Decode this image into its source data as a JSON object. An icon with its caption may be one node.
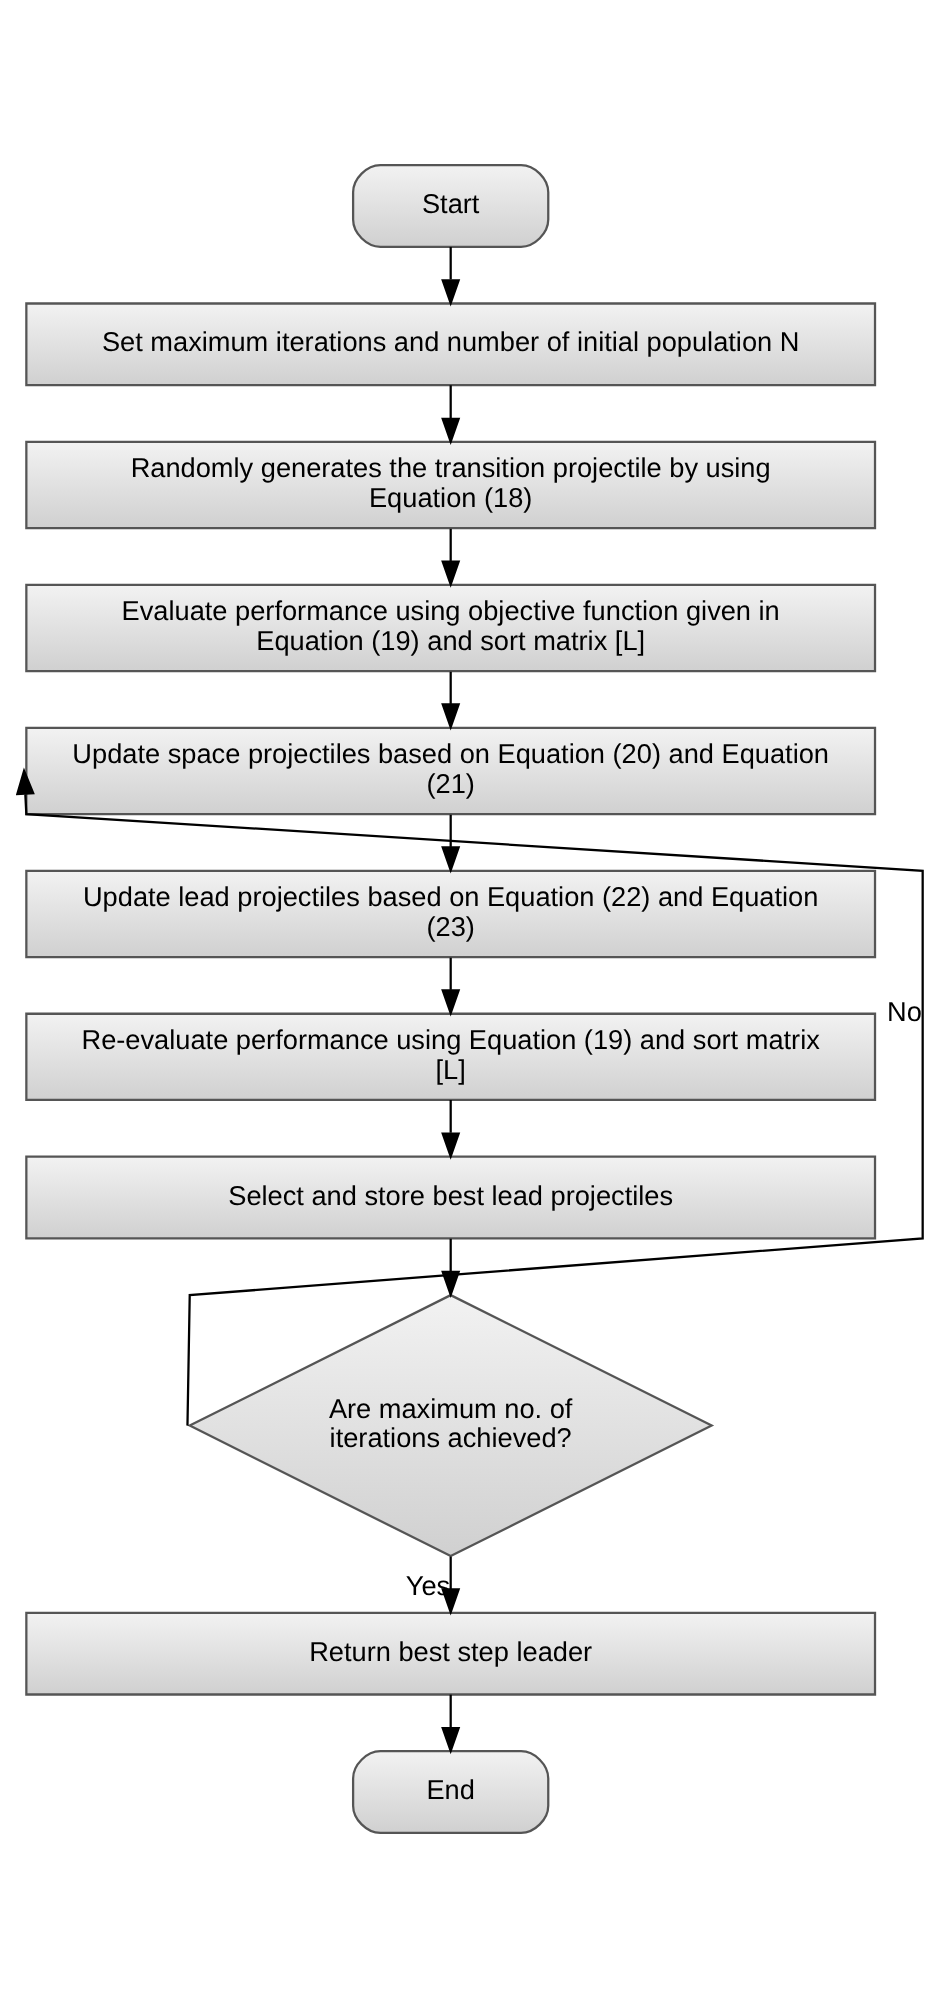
{
  "diagram": {
    "nodes": [
      {
        "text": [
          "Start"
        ]
      },
      {
        "text": [
          "Set maximum iterations and number of initial population N"
        ]
      },
      {
        "text": [
          "Randomly generates the transition projectile by using Equation (18)"
        ]
      },
      {
        "text": [
          "Evaluate performance using objective function given in Equation (19) and sort matrix [L]"
        ]
      },
      {
        "text": [
          "Update space projectiles based on Equation (20) and Equation (21)"
        ]
      },
      {
        "text": [
          "Update lead projectiles based on Equation (22) and Equation (23)"
        ]
      },
      {
        "text": [
          "Re-evaluate performance using Equation (19) and sort matrix [L]"
        ]
      },
      {
        "text": [
          "Select and store best lead projectiles"
        ]
      },
      {
        "text": [
          "Are maximum no. of iterations achieved?"
        ]
      },
      {
        "text": [
          "Return best step leader"
        ]
      },
      {
        "text": [
          "End"
        ]
      }
    ],
    "edges": [
      {
        "from": 0,
        "to": 1,
        "arrow": "to"
      },
      {
        "from": 1,
        "to": 2,
        "arrow": "to"
      },
      {
        "from": 2,
        "to": 3,
        "arrow": "to"
      },
      {
        "from": 3,
        "to": 4,
        "arrow": "to"
      },
      {
        "from": 4,
        "to": 5,
        "arrow": "to"
      },
      {
        "from": 5,
        "to": 6,
        "arrow": "to"
      },
      {
        "from": 6,
        "to": 7,
        "arrow": "to"
      },
      {
        "from": 7,
        "to": 8,
        "arrow": "to"
      },
      {
        "from": 8,
        "to": 4,
        "arrow": "to",
        "label": "No"
      },
      {
        "from": 8,
        "to": 9,
        "arrow": "to",
        "label": "Yes"
      },
      {
        "from": 9,
        "to": 10,
        "arrow": "to"
      }
    ]
  }
}
